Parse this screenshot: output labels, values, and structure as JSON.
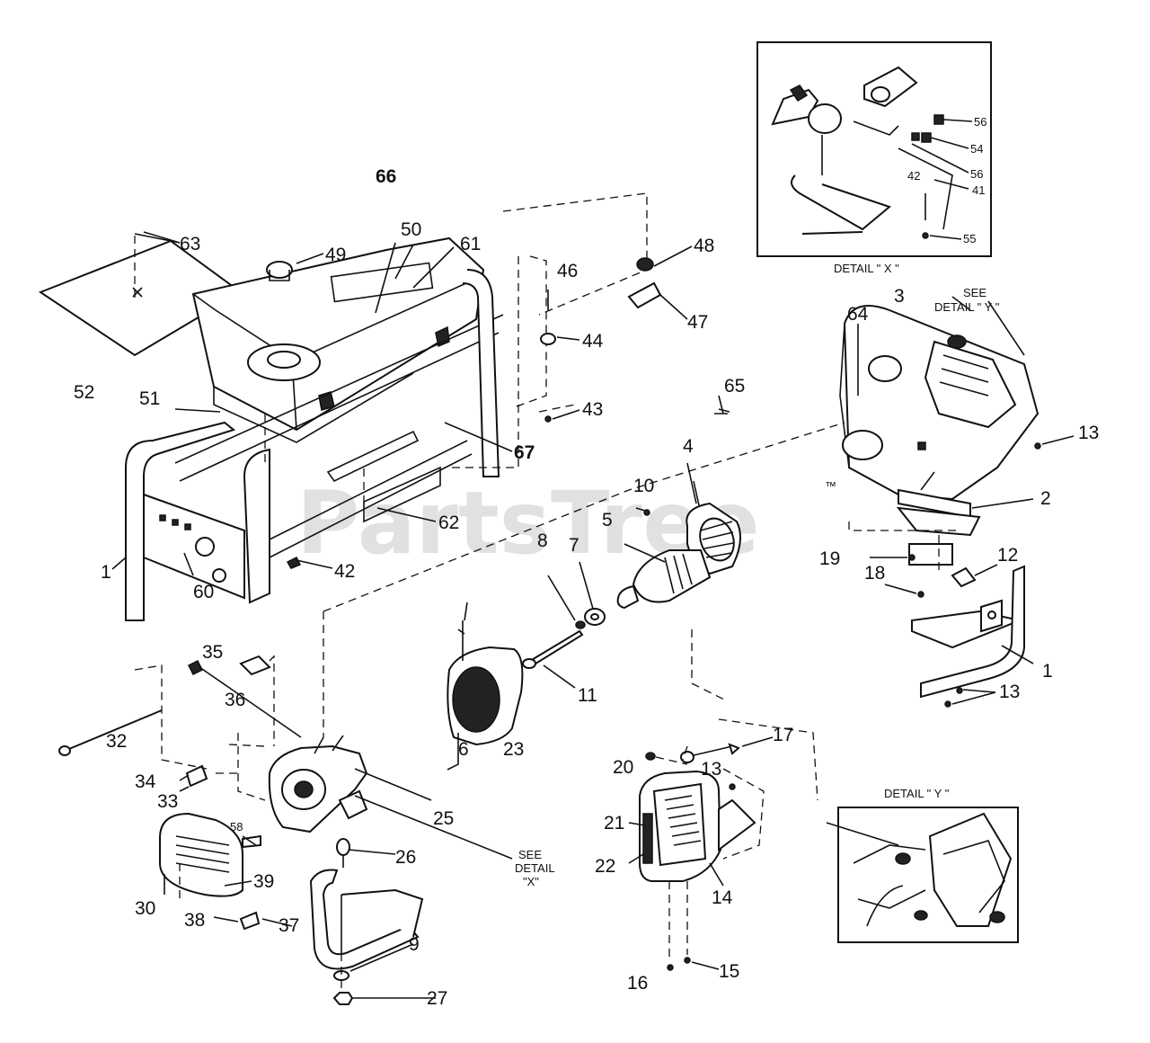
{
  "watermark": "PartsTree",
  "watermark_tm": "™",
  "details": {
    "x": {
      "title": "DETAIL  \" X \""
    },
    "y": {
      "title": "DETAIL  \" Y \""
    },
    "see_y": {
      "line1": "SEE",
      "line2": "DETAIL \" Y \""
    },
    "see_x": {
      "line1": "SEE",
      "line2": "DETAIL",
      "line3": "\"X\""
    }
  },
  "callouts": {
    "c63": "63",
    "c52": "52",
    "c66": "66",
    "c50": "50",
    "c61": "61",
    "c49": "49",
    "c51": "51",
    "c1a": "1",
    "c60": "60",
    "c62": "62",
    "c42a": "42",
    "c67": "67",
    "c48": "48",
    "c46": "46",
    "c47": "47",
    "c44": "44",
    "c43": "43",
    "c56a": "56",
    "c54": "54",
    "c56b": "56",
    "c42b": "42",
    "c41": "41",
    "c55": "55",
    "c64": "64",
    "c3": "3",
    "c65": "65",
    "c13a": "13",
    "c2": "2",
    "c4": "4",
    "c10": "10",
    "c5": "5",
    "c19": "19",
    "c12": "12",
    "c18": "18",
    "c1b": "1",
    "c13b": "13",
    "c8": "8",
    "c7": "7",
    "c6": "6",
    "c11": "11",
    "c35": "35",
    "c36": "36",
    "c32": "32",
    "c23": "23",
    "c34": "34",
    "c33": "33",
    "c58": "58",
    "c25": "25",
    "c26": "26",
    "c30": "30",
    "c39": "39",
    "c38": "38",
    "c37": "37",
    "c9": "9",
    "c27": "27",
    "c20": "20",
    "c17": "17",
    "c13c": "13",
    "c21": "21",
    "c22": "22",
    "c14": "14",
    "c16": "16",
    "c15": "15"
  }
}
